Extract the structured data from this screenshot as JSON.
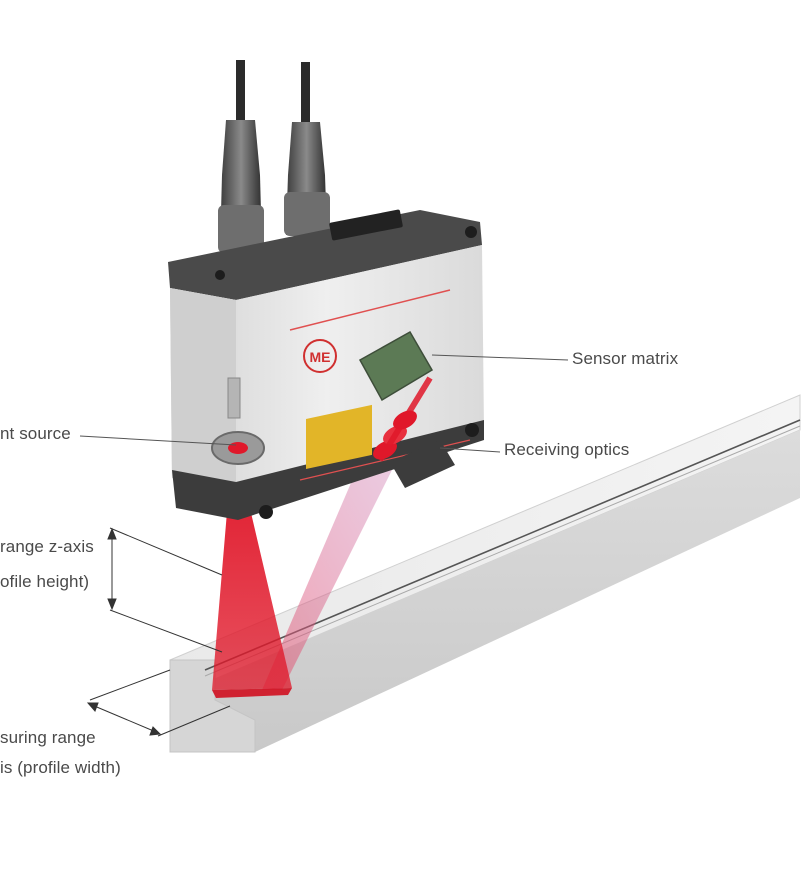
{
  "labels": {
    "sensor_matrix": "Sensor matrix",
    "receiving_optics": "Receiving optics",
    "light_source": "nt source",
    "z_axis_line1": "range z-axis",
    "z_axis_line2": "ofile height)",
    "x_axis_line1": "suring range",
    "x_axis_line2": "is (profile width)"
  },
  "logo": {
    "text": "ME"
  },
  "colors": {
    "laser": "#e0182a",
    "housing_dark": "#3a3a3a",
    "housing_light": "#e4e4e4",
    "rail": "#e6e6e6"
  }
}
